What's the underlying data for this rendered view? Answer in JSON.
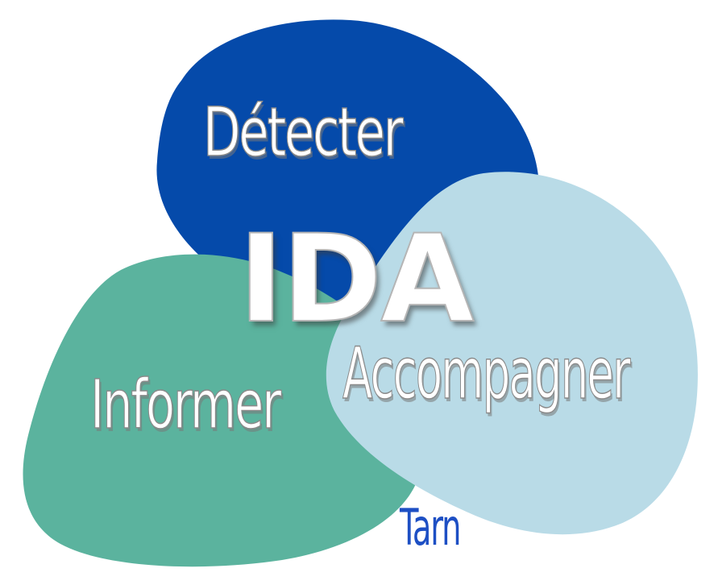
{
  "logo": {
    "words": {
      "detecter": "Détecter",
      "informer": "Informer",
      "accompagner": "Accompagner",
      "center": "IDA",
      "region": "Tarn"
    },
    "colors": {
      "detecter_blob": "#054aaa",
      "informer_blob": "#5bb39e",
      "accompagner_blob": "#b9dbe7",
      "region_text": "#1d4fc4",
      "word_fill": "#ffffff"
    }
  }
}
